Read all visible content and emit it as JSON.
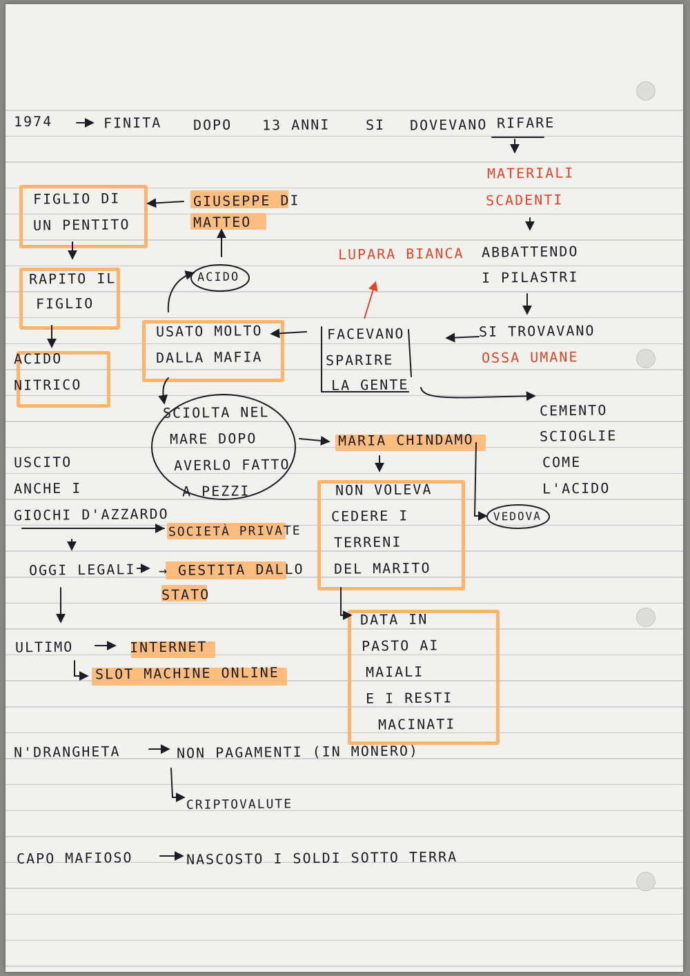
{
  "notes": {
    "header": {
      "year": "1974",
      "finita": "FINITA",
      "dopo": "DOPO",
      "anni": "13 ANNI",
      "si": "SI",
      "dovevano": "DOVEVANO",
      "rifare": "RIFARE"
    },
    "materiali": "MATERIALI",
    "scadenti": "SCADENTI",
    "abbattendo": "ABBATTENDO",
    "pilastri": "I PILASTRI",
    "si_trovavano": "SI TROVAVANO",
    "ossa_umane": "OSSA UMANE",
    "lupara_bianca": "LUPARA BIANCA",
    "figlio_line1": "FIGLIO DI",
    "figlio_line2": "UN PENTITO",
    "giuseppe_line1": "GIUSEPPE DI",
    "giuseppe_line2": "MATTEO",
    "acido_circle": "ACIDO",
    "rapito_line1": "RAPITO IL",
    "rapito_line2": "FIGLIO",
    "acido_line1": "ACIDO",
    "acido_line2": "NITRICO",
    "usato_line1": "USATO MOLTO",
    "usato_line2": "DALLA MAFIA",
    "faceuano_line1": "FACEVANO",
    "faceuano_line2": "SPARIRE",
    "faceuano_line3": "LA GENTE",
    "cemento_line1": "CEMENTO",
    "cemento_line2": "SCIOGLIE",
    "cemento_line3": "COME",
    "cemento_line4": "L'ACIDO",
    "vedova": "VEDOVA",
    "sciolta_line1": "SCIOLTA NEL",
    "sciolta_line2": "MARE DOPO",
    "sciolta_line3": "AVERLO FATTO",
    "sciolta_line4": "A PEZZI",
    "maria": "MARIA CHINDAMO",
    "non_voleva_line1": "NON VOLEVA",
    "non_voleva_line2": "CEDERE I",
    "non_voleva_line3": "TERRENI",
    "non_voleva_line4": "DEL MARITO",
    "data_line1": "DATA IN",
    "data_line2": "PASTO AI",
    "data_line3": "MAIALI",
    "data_line4": "E I RESTI",
    "data_line5": "MACINATI",
    "uscito_line1": "USCITO",
    "uscito_line2": "ANCHE I",
    "uscito_line3": "GIOCHI D'AZZARDO",
    "societa": "SOCIETÀ PRIVATE",
    "oggi": "OGGI LEGALI",
    "gestita": "→ GESTITA DALLO",
    "stato": "STATO",
    "ultimo": "ULTIMO",
    "internet": "INTERNET",
    "slot": "SLOT MACHINE ONLINE",
    "ndrangheta": "N'DRANGHETA",
    "pagamenti": "NON PAGAMENTI (IN MONERO)",
    "criptovalute": "CRIPTOVALUTE",
    "capo": "CAPO MAFIOSO",
    "nascosto": "NASCOSTO I SOLDI SOTTO TERRA"
  },
  "colors": {
    "ink": "#1c1c24",
    "red_ink": "#e0452a",
    "highlighter": "#ffb46a",
    "paper": "#f1f1ee",
    "rule_line": "#c9cacf"
  }
}
